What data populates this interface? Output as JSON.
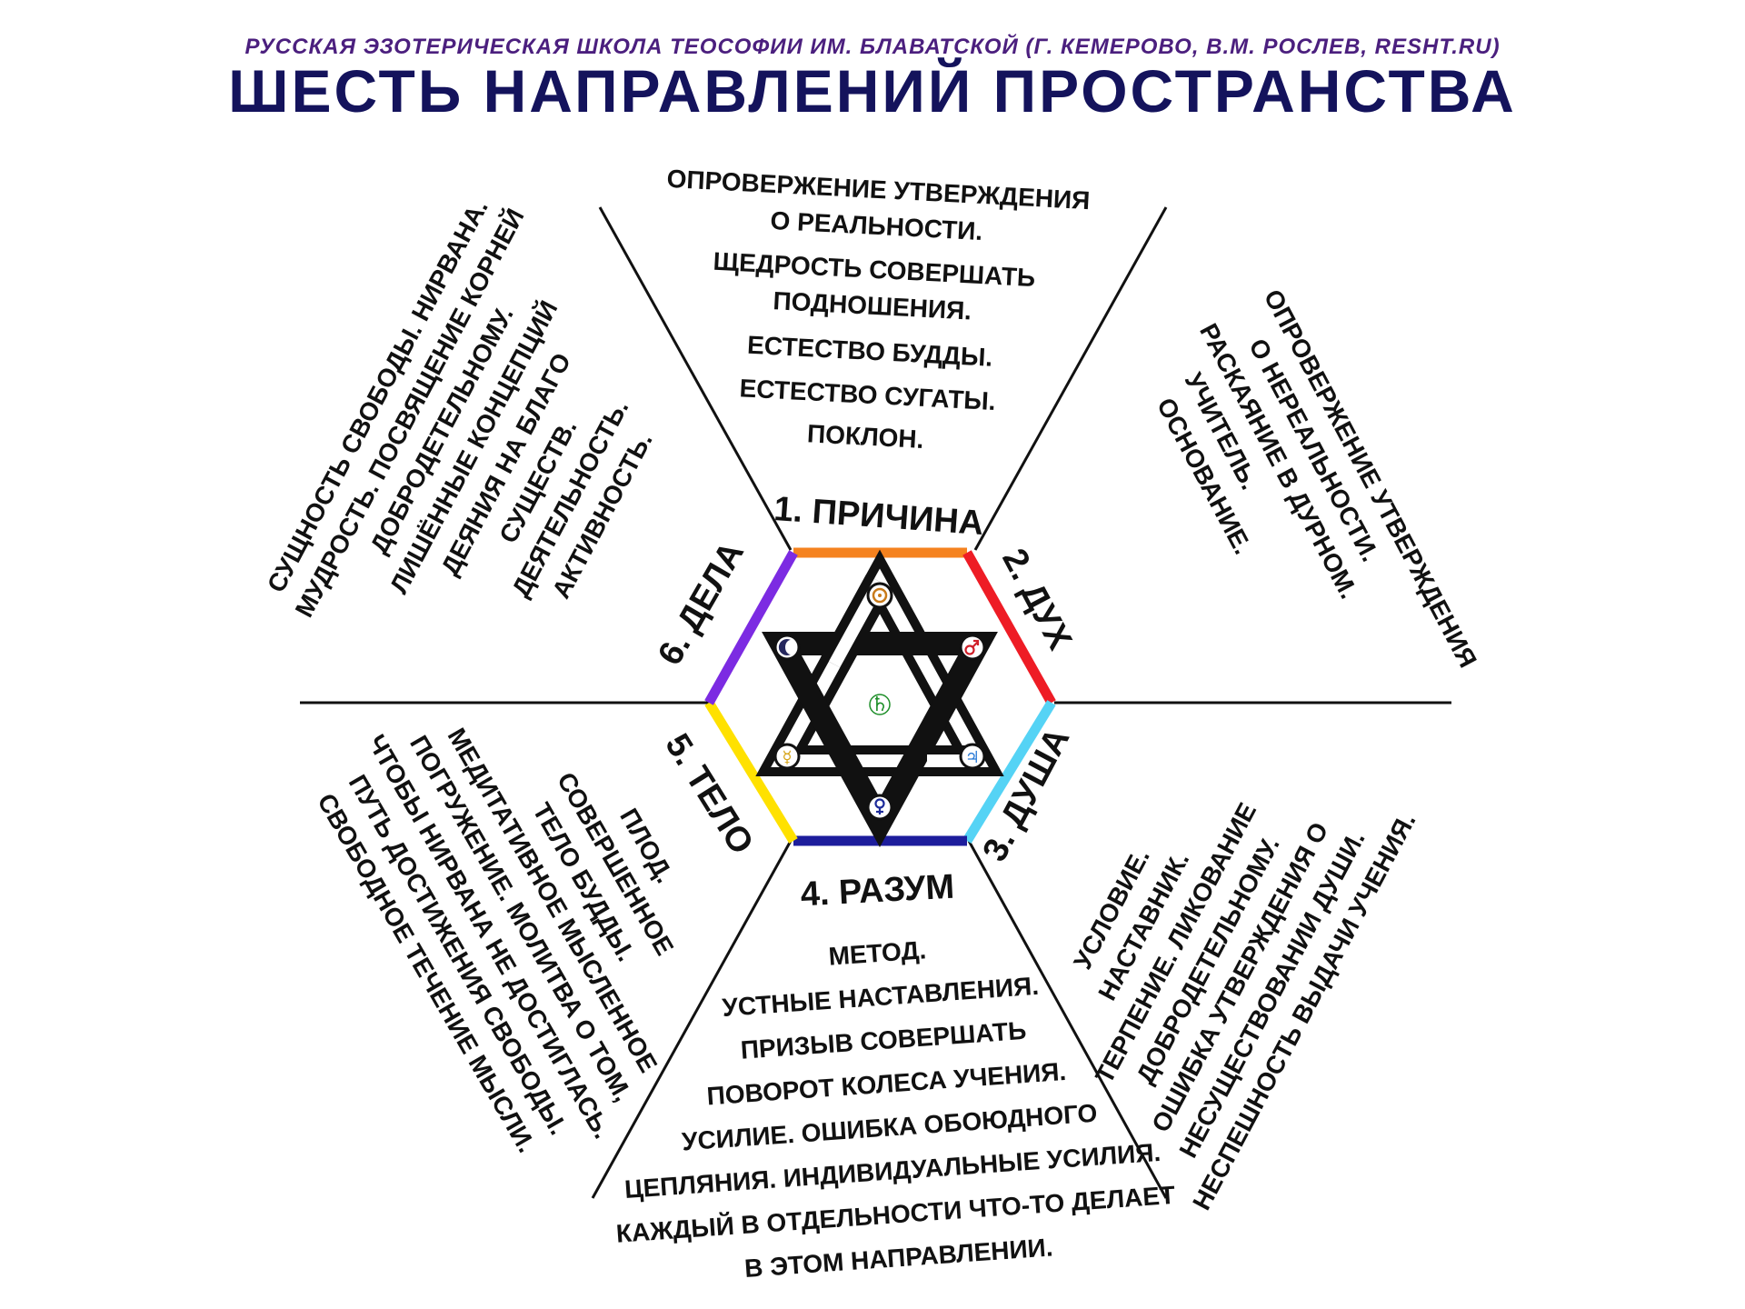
{
  "header": {
    "subtitle": "РУССКАЯ ЭЗОТЕРИЧЕСКАЯ ШКОЛА ТЕОСОФИИ ИМ. БЛАВАТСКОЙ (Г. КЕМЕРОВО, В.М. РОСЛЕВ, RESHT.RU)",
    "title": "ШЕСТЬ НАПРАВЛЕНИЙ ПРОСТРАНСТВА"
  },
  "hexagon_colors": {
    "top": "#f5821f",
    "upper_right": "#ee1c25",
    "lower_right": "#55d3f5",
    "bottom": "#1d1d9c",
    "lower_left": "#ffe100",
    "upper_left": "#7c2be2"
  },
  "symbols": {
    "top": "sun-symbol-icon",
    "upper_right": "mars-symbol-icon",
    "lower_right": "jupiter-symbol-icon",
    "bottom": "venus-symbol-icon",
    "lower_left": "mercury-symbol-icon",
    "upper_left": "moon-symbol-icon",
    "center": "saturn-symbol-icon"
  },
  "sectors": {
    "cause": {
      "label": "1. ПРИЧИНА",
      "lines": [
        "ОПРОВЕРЖЕНИЕ УТВЕРЖДЕНИЯ",
        "О РЕАЛЬНОСТИ.",
        "ЩЕДРОСТЬ СОВЕРШАТЬ",
        "ПОДНОШЕНИЯ.",
        "ЕСТЕСТВО БУДДЫ.",
        "ЕСТЕСТВО СУГАТЫ.",
        "ПОКЛОН."
      ]
    },
    "spirit": {
      "label": "2. ДУХ",
      "lines": [
        "ОПРОВЕРЖЕНИЕ УТВЕРЖДЕНИЯ",
        "О НЕРЕАЛЬНОСТИ.",
        "РАСКАЯНИЕ В ДУРНОМ.",
        "УЧИТЕЛЬ.",
        "ОСНОВАНИЕ."
      ]
    },
    "soul": {
      "label": "3. ДУША",
      "lines": [
        "УСЛОВИЕ.",
        "НАСТАВНИК.",
        "ТЕРПЕНИЕ.  ЛИКОВАНИЕ",
        "ДОБРОДЕТЕЛЬНОМУ.",
        "ОШИБКА УТВЕРЖДЕНИЯ О",
        "НЕСУЩЕСТВОВАНИИ ДУШИ.",
        "НЕСПЕШНОСТЬ ВЫДАЧИ УЧЕНИЯ."
      ]
    },
    "mind": {
      "label": "4. РАЗУМ",
      "lines": [
        "МЕТОД.",
        "УСТНЫЕ НАСТАВЛЕНИЯ.",
        "ПРИЗЫВ СОВЕРШАТЬ",
        "ПОВОРОТ КОЛЕСА УЧЕНИЯ.",
        "УСИЛИЕ.    ОШИБКА ОБОЮДНОГО",
        "ЦЕПЛЯНИЯ. ИНДИВИДУАЛЬНЫЕ УСИЛИЯ.",
        "КАЖДЫЙ В ОТДЕЛЬНОСТИ ЧТО-ТО ДЕЛАЕТ",
        "В ЭТОМ НАПРАВЛЕНИИ."
      ]
    },
    "body": {
      "label": "5. ТЕЛО",
      "lines": [
        "ПЛОД.",
        "СОВЕРШЕННОЕ",
        "ТЕЛО БУДДЫ.",
        "МЕДИТАТИВНОЕ МЫСЛЕННОЕ",
        "ПОГРУЖЕНИЕ.  МОЛИТВА О ТОМ,",
        "ЧТОБЫ НИРВАНА НЕ ДОСТИГЛАСЬ.",
        "ПУТЬ ДОСТИЖЕНИЯ СВОБОДЫ.",
        "СВОБОДНОЕ ТЕЧЕНИЕ МЫСЛИ."
      ]
    },
    "deeds": {
      "label": "6. ДЕЛА",
      "lines": [
        "СУЩНОСТЬ СВОБОДЫ.    НИРВАНА.",
        "МУДРОСТЬ.    ПОСВЯЩЕНИЕ КОРНЕЙ",
        "ДОБРОДЕТЕЛЬНОМУ.",
        "ЛИШЁННЫЕ КОНЦЕПЦИЙ",
        "ДЕЯНИЯ НА БЛАГО",
        "СУЩЕСТВ.",
        "ДЕЯТЕЛЬНОСТЬ.",
        "АКТИВНОСТЬ."
      ]
    }
  }
}
